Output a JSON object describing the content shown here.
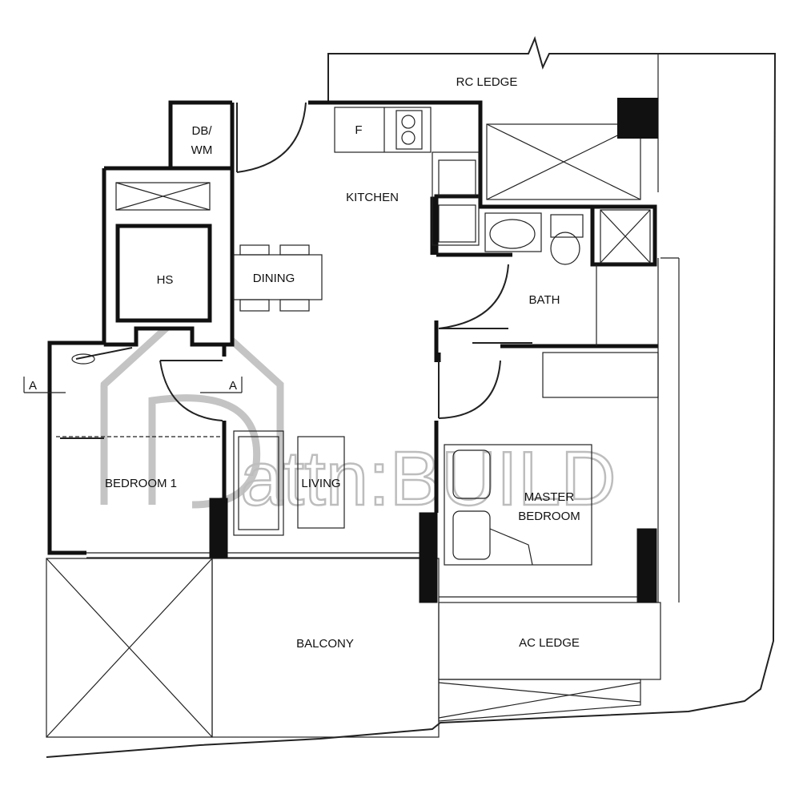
{
  "rooms": {
    "rc_ledge": "RC LEDGE",
    "db_wm_line1": "DB/",
    "db_wm_line2": "WM",
    "fridge": "F",
    "kitchen": "KITCHEN",
    "hs": "HS",
    "dining": "DINING",
    "bath": "BATH",
    "bedroom1": "BEDROOM 1",
    "living": "LIVING",
    "master_line1": "MASTER",
    "master_line2": "BEDROOM",
    "balcony": "BALCONY",
    "ac_ledge": "AC LEDGE"
  },
  "section_markers": {
    "left": "A",
    "right": "A"
  },
  "watermark": {
    "text": "attn:BUILD"
  }
}
